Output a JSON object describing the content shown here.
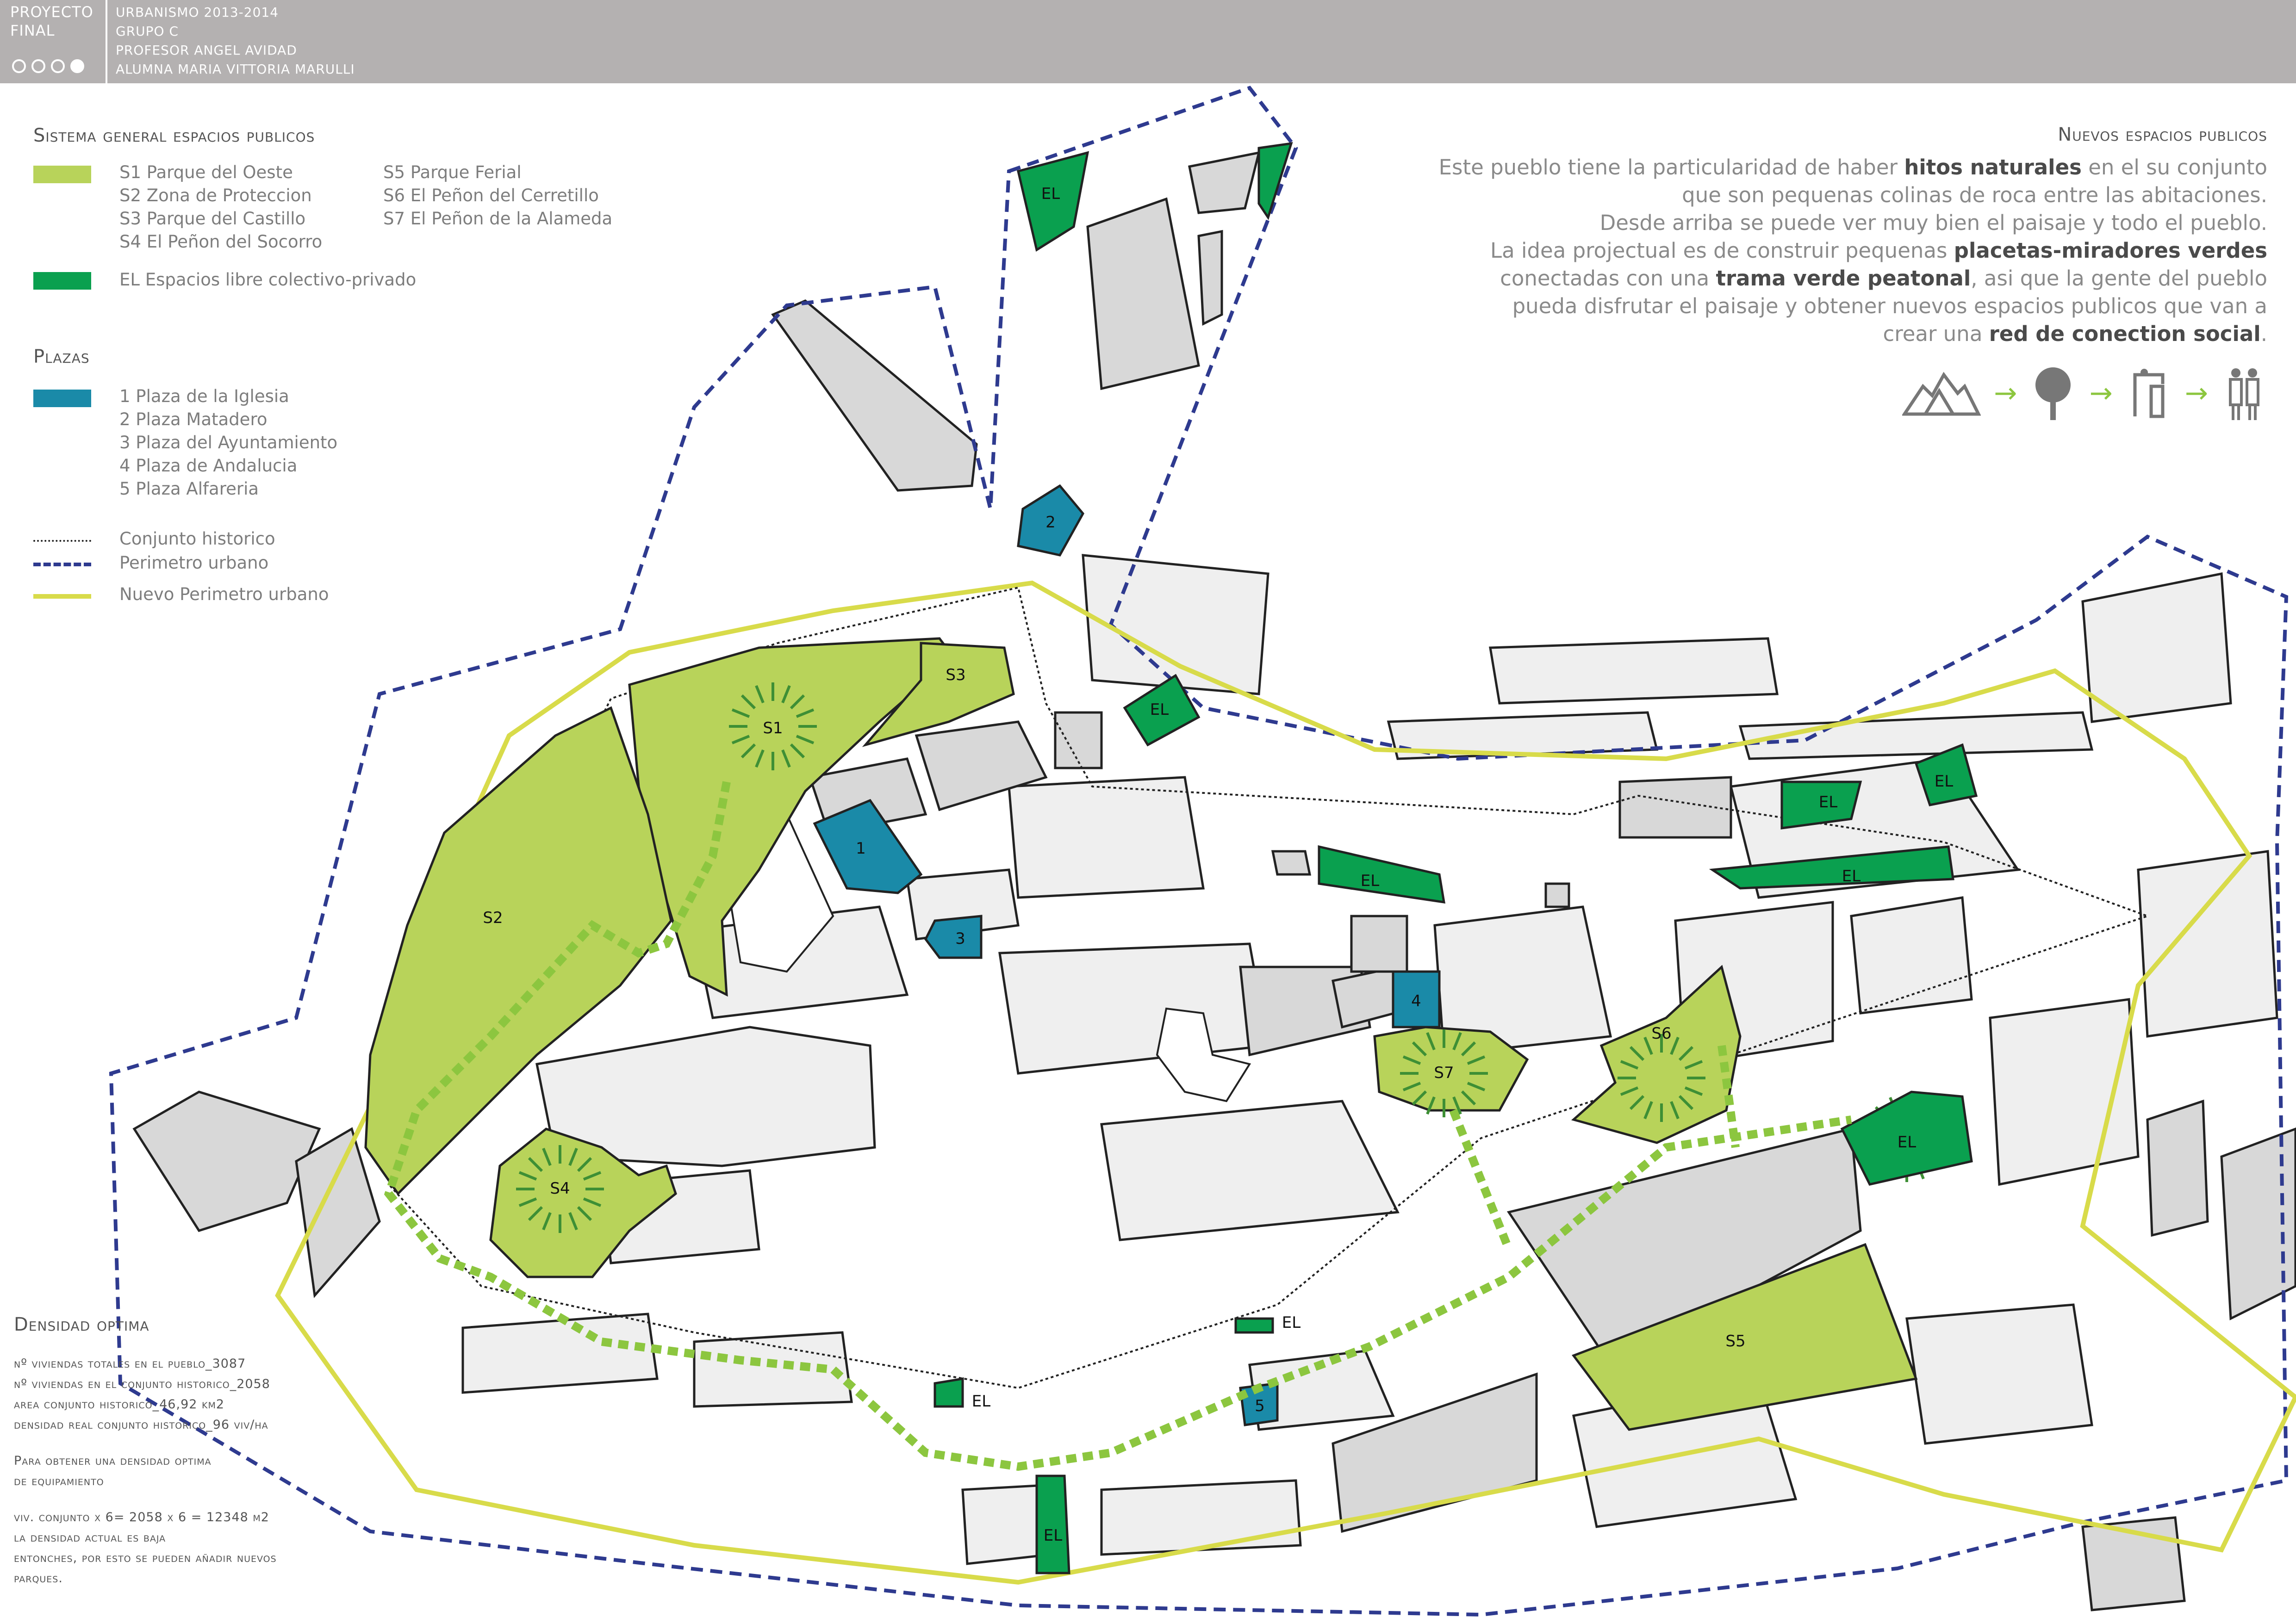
{
  "header": {
    "title_lines": [
      "PROYECTO",
      "FINAL"
    ],
    "info_lines": [
      "URBANISMO 2013-2014",
      "GRUPO C",
      "PROFESOR ANGEL AVIDAD",
      "ALUMNA MARIA VITTORIA MARULLI"
    ],
    "progress": {
      "total": 4,
      "filled": 1
    }
  },
  "legend": {
    "sistema_heading": "Sistema general espacios publicos",
    "parks_col1": [
      "S1 Parque del Oeste",
      "S2 Zona de Proteccion",
      "S3 Parque del Castillo",
      "S4 El Peñon del Socorro"
    ],
    "parks_col2": [
      "S5 Parque Ferial",
      "S6 El Peñon del Cerretillo",
      "S7 El Peñon de la Alameda"
    ],
    "el_label": "EL Espacios libre colectivo-privado",
    "plazas_heading": "Plazas",
    "plazas": [
      "1 Plaza de la Iglesia",
      "2 Plaza Matadero",
      "3 Plaza del Ayuntamiento",
      "4 Plaza de Andalucia",
      "5 Plaza Alfareria"
    ],
    "lines": [
      "Conjunto historico",
      "Perimetro urbano",
      "Nuevo Perimetro urbano"
    ]
  },
  "right_block": {
    "heading": "Nuevos espacios publicos",
    "p1_a": "Este pueblo tiene la particularidad de haber ",
    "p1_b": "hitos naturales",
    "p1_c": " en el su conjunto",
    "p2": "que son pequenas colinas de roca entre las abitaciones.",
    "p3": "Desde arriba se puede ver muy bien el paisaje y todo el pueblo.",
    "p4_a": "La idea projectual es de construir pequenas ",
    "p4_b": "placetas-miradores verdes",
    "p5_a": "conectadas con una ",
    "p5_b": "trama verde peatonal",
    "p5_c": ", asi que la gente del pueblo",
    "p6": "pueda disfrutar el paisaje y obtener nuevos espacios publicos que van a",
    "p7_a": "crear una ",
    "p7_b": "red de conection social",
    "p7_c": ".",
    "icons": [
      "mountain-icon",
      "tree-icon",
      "viewpoint-icon",
      "people-icon"
    ]
  },
  "density": {
    "heading": "Densidad optima",
    "lines": [
      "nº viviendas totales en el pueblo_3087",
      "nº viviendas en el conjunto historico_2058",
      "area conjunto historico_46,92 km2",
      "densidad real conjunto historico_96 viv/ha"
    ],
    "lines2": [
      "Para obtener una densidad optima",
      "de equipamiento"
    ],
    "lines3": [
      "viv. conjunto x 6= 2058 x 6 = 12348 m2",
      "la densidad actual es baja",
      "entonches, por esto se pueden añadir nuevos",
      "parques."
    ]
  },
  "map_labels": {
    "s1": "S1",
    "s2": "S2",
    "s3": "S3",
    "s4": "S4",
    "s5": "S5",
    "s6": "S6",
    "s7": "S7",
    "el": "EL",
    "p1": "1",
    "p2": "2",
    "p3": "3",
    "p4": "4",
    "p5": "5"
  },
  "colors": {
    "header": "#b4b1b1",
    "park": "#b8d35a",
    "el_green": "#0aa04f",
    "plaza_blue": "#1a8aa8",
    "block_grey": "#d8d8d8",
    "block_white": "#efefef",
    "perimeter_blue": "#2e3a8f",
    "new_perimeter": "#d8db4a",
    "green_path": "#8cc63f"
  }
}
